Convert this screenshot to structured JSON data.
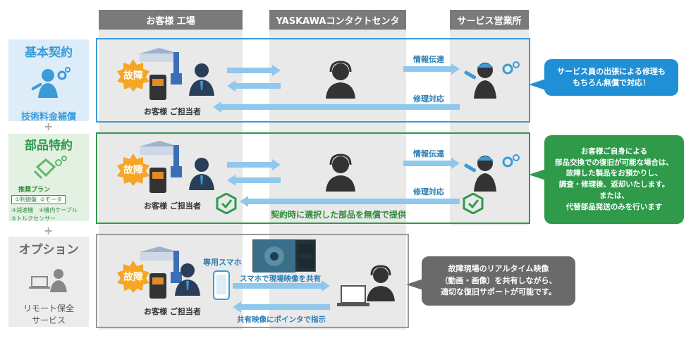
{
  "columns": {
    "customer": "お客様 工場",
    "yaskawa": "YASKAWAコンタクトセンタ",
    "service": "サービス営業所"
  },
  "left": {
    "basic_title": "基本契約",
    "basic_sub": "技術料金補償",
    "parts_title": "部品特約",
    "plan_title": "推奨プラン",
    "plan_line1a": "①制御盤",
    "plan_line1b": "②モータ",
    "plan_line2": "③減速機　④機内ケーブル",
    "plan_line3": "⑤トルクセンサー",
    "option_title": "オプション",
    "option_sub1": "リモート保全",
    "option_sub2": "サービス",
    "plus": "+"
  },
  "rows": {
    "failure": "故障",
    "customer_person": "お客様 ご担当者",
    "info_transfer": "情報伝達",
    "repair_response": "修理対応",
    "parts_free": "契約時に選択した部品を無償で提供",
    "smartphone": "専用スマホ",
    "share_video": "スマホで現場映像を共有",
    "pointer": "共有映像にポインタで指示"
  },
  "bubbles": {
    "basic": [
      "サービス員の出張による修理も",
      "もちろん無償で対応！"
    ],
    "parts": [
      "お客様ご自身による",
      "部品交換での復旧が可能な場合は、",
      "故障した製品をお預かりし、",
      "調査・修理後、返却いたします。",
      "または、",
      "代替部品発送のみを行います"
    ],
    "option": [
      "故障現場のリアルタイム映像",
      "（動画・画像）を共有しながら、",
      "適切な復旧サポートが可能です。"
    ]
  },
  "colors": {
    "blue": "#3a9bd8",
    "green": "#2f9a4a",
    "gray": "#7a7a7a",
    "arrow": "#8fc8ec",
    "failure": "#f5a623"
  }
}
